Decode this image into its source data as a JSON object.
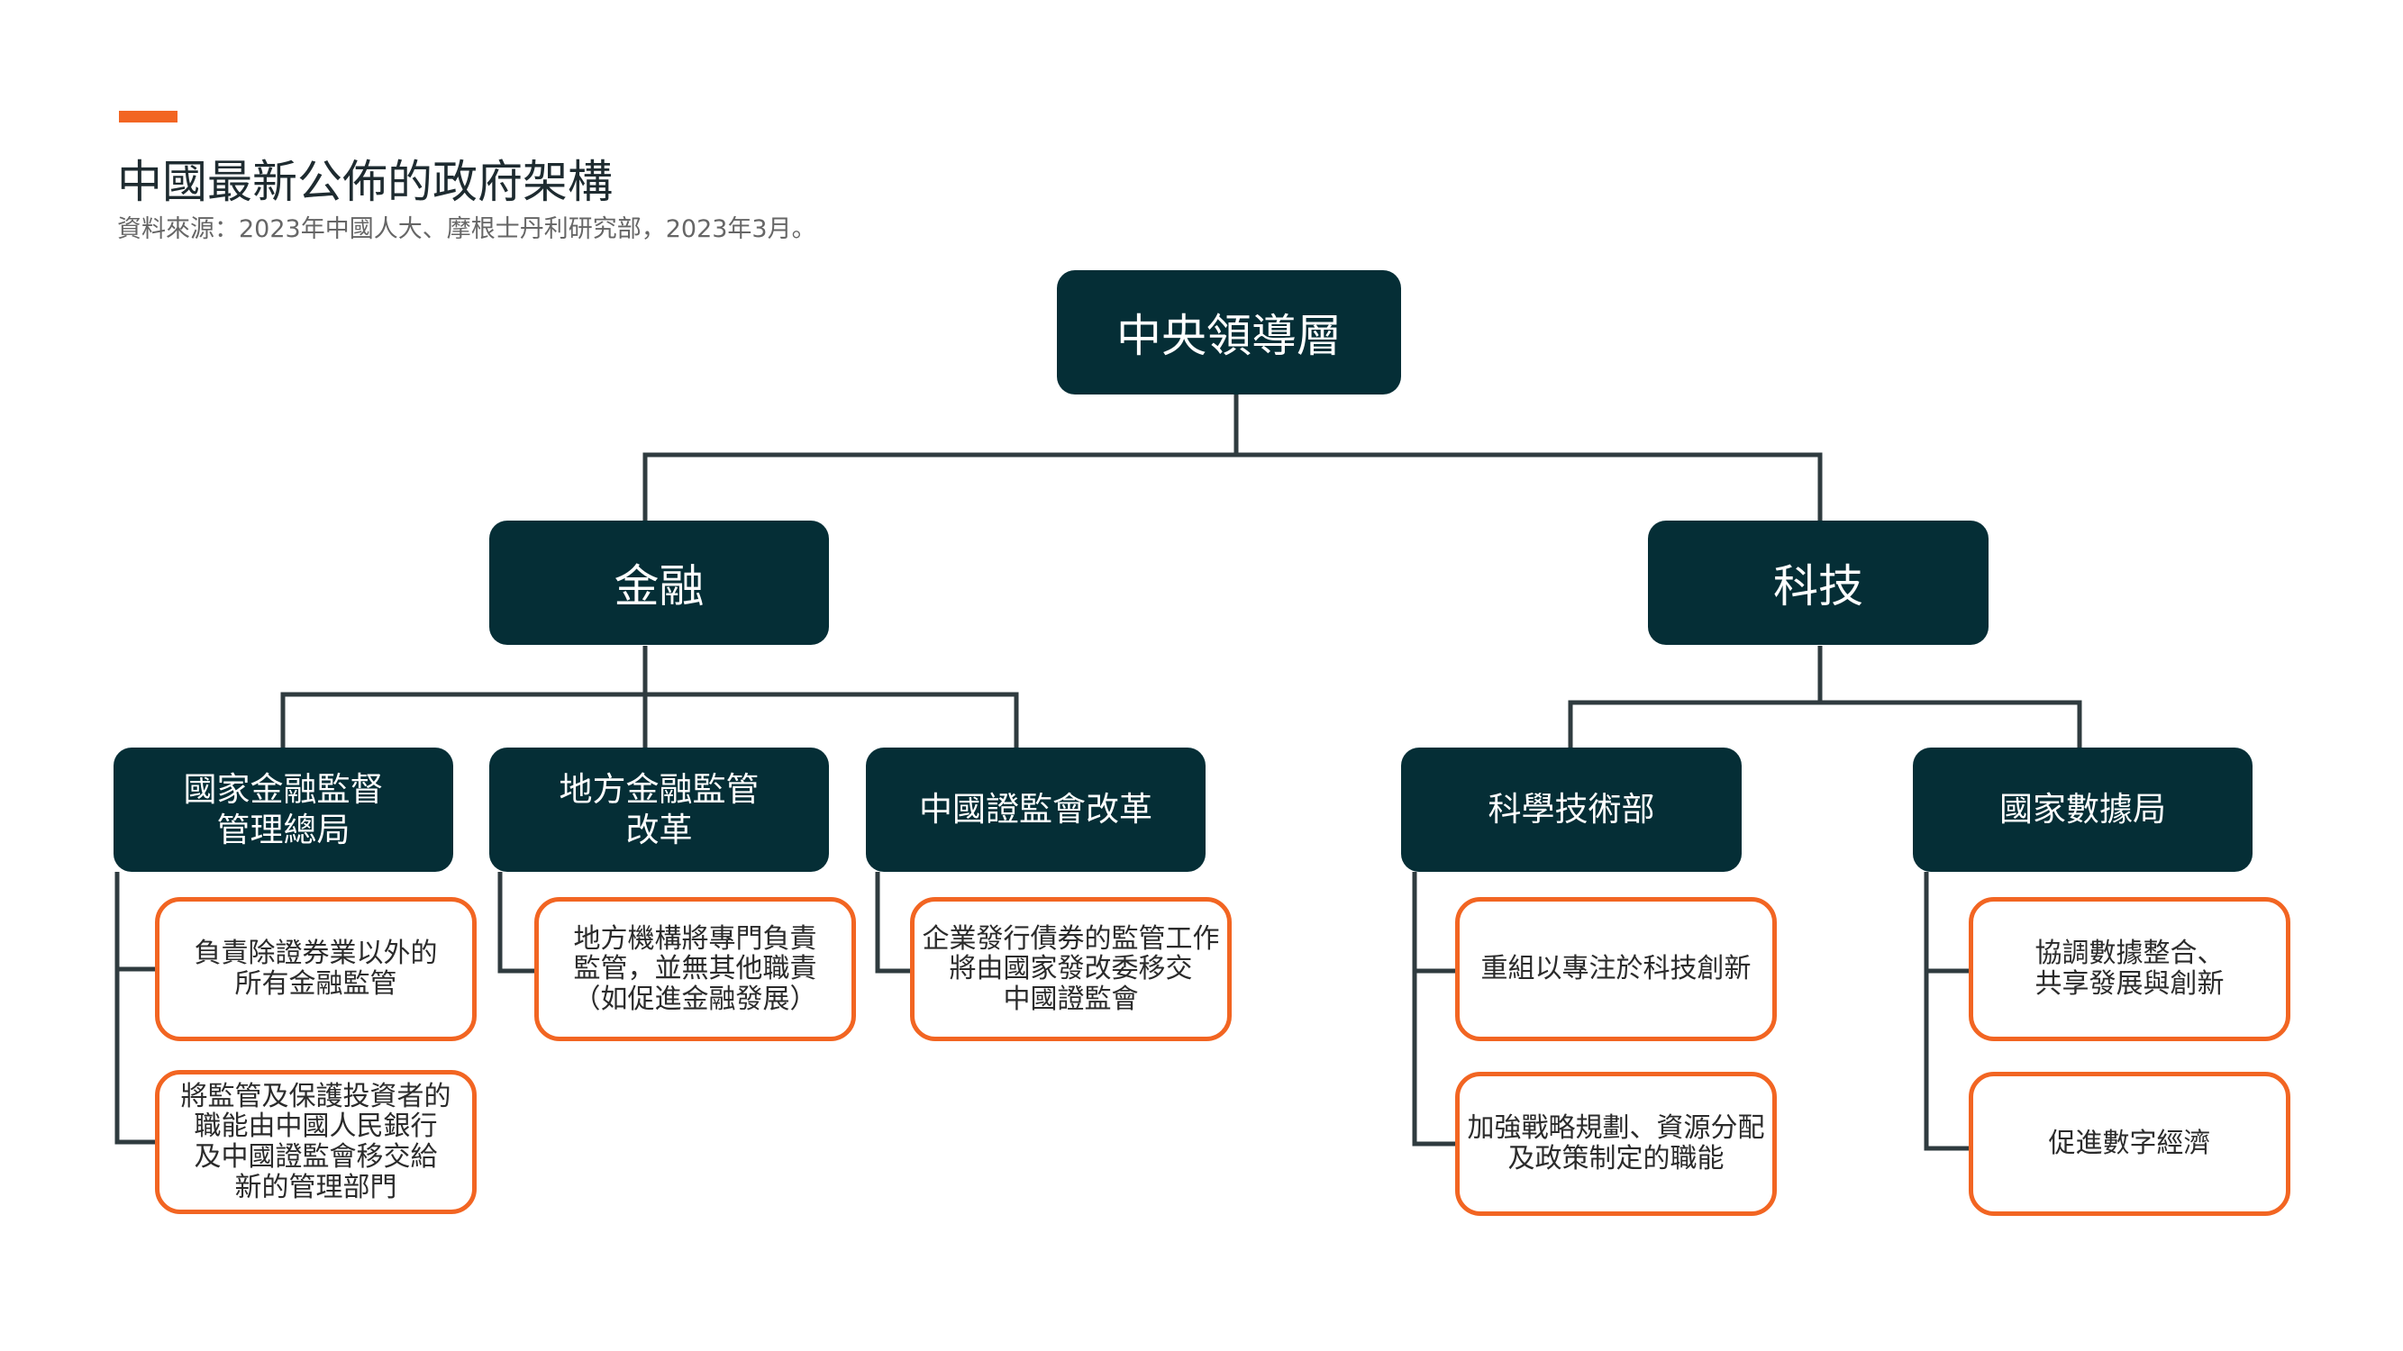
{
  "header": {
    "title": "中國最新公佈的政府架構",
    "subtitle": "資料來源：2023年中國人大、摩根士丹利研究部，2023年3月。"
  },
  "colors": {
    "accent": "#f26522",
    "node": "#052e36",
    "line": "#2f3b3f"
  },
  "chart": {
    "root": "中央領導層",
    "finance": {
      "label": "金融",
      "nfra": {
        "label": "國家金融監督\n管理總局",
        "notes": [
          "負責除證券業以外的\n所有金融監管",
          "將監管及保護投資者的\n職能由中國人民銀行\n及中國證監會移交給\n新的管理部門"
        ]
      },
      "local": {
        "label": "地方金融監管\n改革",
        "notes": [
          "地方機構將專門負責\n監管，並無其他職責\n（如促進金融發展）"
        ]
      },
      "csrc": {
        "label": "中國證監會改革",
        "notes": [
          "企業發行債券的監管工作\n將由國家發改委移交\n中國證監會"
        ]
      }
    },
    "tech": {
      "label": "科技",
      "most": {
        "label": "科學技術部",
        "notes": [
          "重組以專注於科技創新",
          "加強戰略規劃、資源分配\n及政策制定的職能"
        ]
      },
      "nda": {
        "label": "國家數據局",
        "notes": [
          "協調數據整合、\n共享發展與創新",
          "促進數字經濟"
        ]
      }
    }
  }
}
